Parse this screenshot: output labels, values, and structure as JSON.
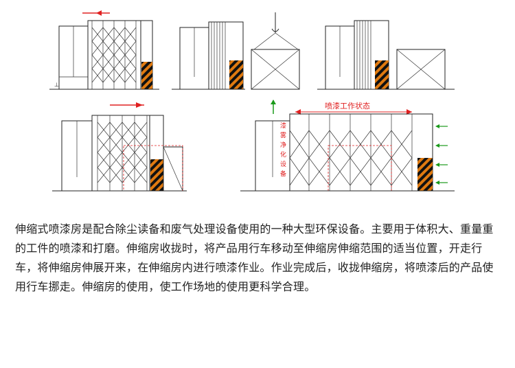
{
  "diagram": {
    "label_working_state": "喷漆工作状态",
    "label_waste_gas_equipment": [
      "漆",
      "雾",
      "净",
      "化",
      "设",
      "备"
    ],
    "colors": {
      "red": "#e02020",
      "green": "#1a9a1a",
      "orange": "#e07a10",
      "line": "#222222"
    }
  },
  "description": {
    "text": "伸缩式喷漆房是配合除尘读备和废气处理设备使用的一种大型环保设备。主要用于体积大、重量重的工件的喷漆和打磨。伸缩房收拢时，将产品用行车移动至伸缩房伸缩范围的适当位置，开走行车，将伸缩房伸展开来，在伸缩房内进行喷漆作业。作业完成后，收拢伸缩房，将喷漆后的产品使用行车挪走。伸缩房的使用，使工作场地的使用更科学合理。"
  }
}
